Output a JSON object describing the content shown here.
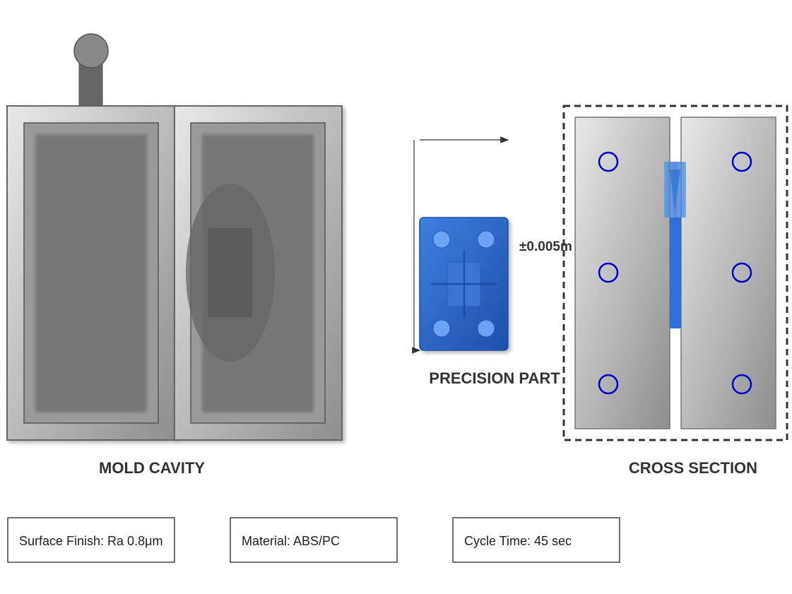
{
  "labels": {
    "mold_cavity": "MOLD CAVITY",
    "precision_part": "PRECISION PART",
    "cross_section": "CROSS SECTION",
    "tolerance": "±0.005m"
  },
  "specs": [
    {
      "text": "Surface Finish: Ra 0.8μm"
    },
    {
      "text": "Material: ABS/PC"
    },
    {
      "text": "Cycle Time: 45 sec"
    }
  ],
  "colors": {
    "part_blue": "#2f6fd6",
    "part_dark": "#1f4fa8",
    "part_hole": "#6aa3f2",
    "marker_blue": "#0000cc",
    "steel_light": "#e6e6e6",
    "steel_dark": "#9a9a9a",
    "mold_grey": "#7a7a7a"
  },
  "icons": {
    "injection_nozzle": "nozzle-icon",
    "ejector_pin": "circle-outline-icon"
  }
}
